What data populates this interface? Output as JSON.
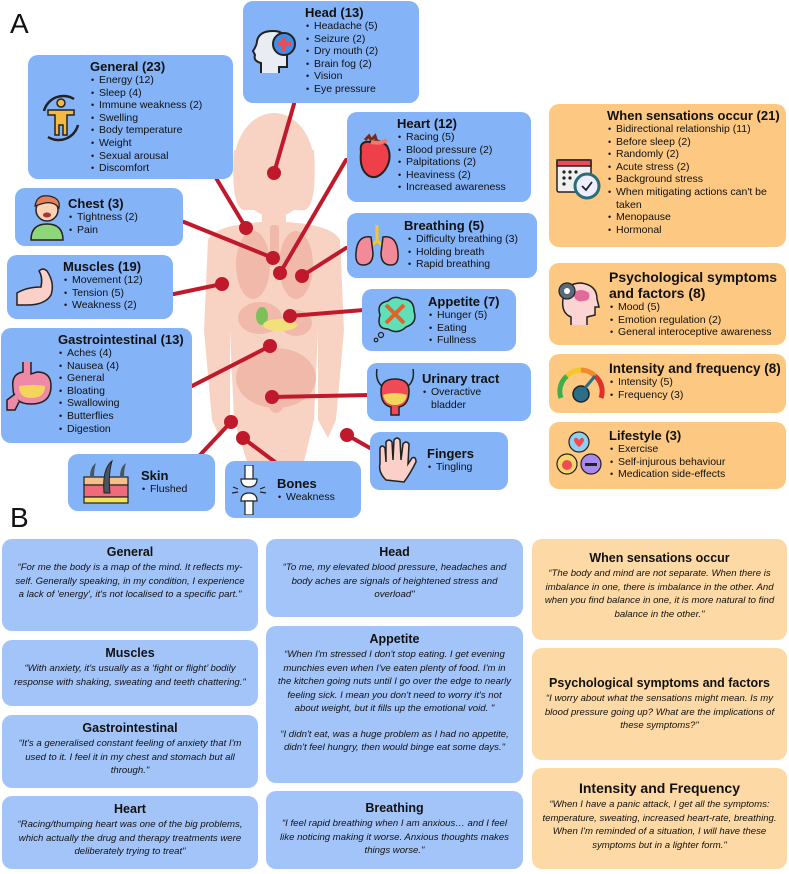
{
  "panel_a": {
    "label": "A",
    "body_categories": [
      {
        "key": "head",
        "title": "Head (13)",
        "items": [
          "Headache (5)",
          "Seizure (2)",
          "Dry mouth (2)",
          "Brain fog (2)",
          "Vision",
          "Eye pressure"
        ],
        "icon": "head-plus-icon"
      },
      {
        "key": "general",
        "title": "General (23)",
        "items": [
          "Energy (12)",
          "Sleep (4)",
          "Immune weakness (2)",
          "Swelling",
          "Body temperature",
          "Weight",
          "Sexual arousal",
          "Discomfort"
        ],
        "icon": "person-cycle-icon"
      },
      {
        "key": "heart",
        "title": "Heart (12)",
        "items": [
          "Racing (5)",
          "Blood pressure (2)",
          "Palpitations (2)",
          "Heaviness (2)",
          "Increased awareness"
        ],
        "icon": "heart-icon"
      },
      {
        "key": "chest",
        "title": "Chest (3)",
        "items": [
          "Tightness (2)",
          "Pain"
        ],
        "icon": "chest-pain-person-icon"
      },
      {
        "key": "breathing",
        "title": "Breathing (5)",
        "items": [
          "Difficulty breathing (3)",
          "Holding breath",
          "Rapid breathing"
        ],
        "icon": "lungs-icon"
      },
      {
        "key": "muscles",
        "title": "Muscles (19)",
        "items": [
          "Movement (12)",
          "Tension (5)",
          "Weakness (2)"
        ],
        "icon": "arm-muscle-icon"
      },
      {
        "key": "appetite",
        "title": "Appetite (7)",
        "items": [
          "Hunger (5)",
          "Eating",
          "Fullness"
        ],
        "icon": "food-thought-icon"
      },
      {
        "key": "gastro",
        "title": "Gastrointestinal (13)",
        "items": [
          "Aches (4)",
          "Nausea (4)",
          "General",
          "Bloating",
          "Swallowing",
          "Butterflies",
          "Digestion"
        ],
        "icon": "stomach-icon"
      },
      {
        "key": "urinary",
        "title": "Urinary tract",
        "items": [
          "Overactive bladder"
        ],
        "icon": "bladder-icon"
      },
      {
        "key": "fingers",
        "title": "Fingers",
        "items": [
          "Tingling"
        ],
        "icon": "hand-icon"
      },
      {
        "key": "skin",
        "title": "Skin",
        "items": [
          "Flushed"
        ],
        "icon": "skin-hair-icon"
      },
      {
        "key": "bones",
        "title": "Bones",
        "items": [
          "Weakness"
        ],
        "icon": "bone-joint-icon"
      }
    ],
    "other_categories": [
      {
        "key": "when",
        "title": "When sensations occur (21)",
        "items": [
          "Bidirectional relationship (11)",
          "Before sleep (2)",
          "Randomly (2)",
          "Acute stress (2)",
          "Background stress",
          "When mitigating actions can't be taken",
          "Menopause",
          "Hormonal"
        ],
        "icon": "calendar-clock-icon"
      },
      {
        "key": "psych",
        "title": "Psychological symptoms and factors (8)",
        "items": [
          "Mood (5)",
          "Emotion regulation (2)",
          "General interoceptive awareness"
        ],
        "icon": "head-gear-icon"
      },
      {
        "key": "intensity",
        "title": "Intensity and frequency (8)",
        "items": [
          "Intensity (5)",
          "Frequency (3)"
        ],
        "icon": "gauge-icon"
      },
      {
        "key": "lifestyle",
        "title": "Lifestyle (3)",
        "items": [
          "Exercise",
          "Self-injurous behaviour",
          "Medication side-effects"
        ],
        "icon": "lifestyle-icon"
      }
    ]
  },
  "panel_b": {
    "label": "B",
    "quotes_col1": [
      {
        "title": "General",
        "quotes": [
          "“For me the body is a map of the mind. It reflects my-self. Generally speaking, in my condition, I experience a lack of 'energy', it's not localised to a specific part.\""
        ]
      },
      {
        "title": "Muscles",
        "quotes": [
          "“With anxiety, it's usually as a ‘fight or flight’ bodily response with shaking, sweating and teeth chattering.\""
        ]
      },
      {
        "title": "Gastrointestinal",
        "quotes": [
          "“It's a generalised constant feeling of anxiety that I'm used to it. I feel it in my chest and stomach but all through.\""
        ]
      },
      {
        "title": "Heart",
        "quotes": [
          "“Racing/thumping heart was one of the big problems, which actually the drug and therapy treatments were deliberately trying to treat\""
        ]
      }
    ],
    "quotes_col2": [
      {
        "title": "Head",
        "quotes": [
          "“To me, my elevated blood pressure, headaches and body aches are signals of heightened stress and overload\""
        ]
      },
      {
        "title": "Appetite",
        "quotes": [
          "“When I'm stressed I don't stop eating. I get evening munchies even when I've eaten plenty of food. I'm in the kitchen going nuts until I go over the edge to nearly feeling sick. I mean you don't need to worry it's not about weight, but it fills up the emotional void. \"",
          "“I didn't eat, was a huge problem as I had no appetite, didn't feel hungry, then would binge eat some days.\""
        ]
      },
      {
        "title": "Breathing",
        "quotes": [
          "“I feel rapid breathing when I am anxious… and I feel like noticing making it worse. Anxious thoughts makes things worse.\""
        ]
      }
    ],
    "quotes_col3": [
      {
        "title": "When sensations occur",
        "quotes": [
          "“The body and mind are not separate. When there is imbalance in one, there is imbalance in the other. And when you find balance in one, it is more natural to find balance in the other.\""
        ]
      },
      {
        "title": "Psychological symptoms and factors",
        "quotes": [
          "“I worry about what the sensations might mean. Is my blood pressure going up? What are the implications of these symptoms?\""
        ]
      },
      {
        "title": "Intensity and Frequency",
        "quotes": [
          "“When I have a panic attack, I get all the symptoms: temperature, sweating, increased heart-rate, breathing. When I'm reminded of a situation, I will have these symptoms but in a lighter form.\""
        ]
      }
    ]
  },
  "colors": {
    "body_box": "#84b3f7",
    "other_box": "#fcc882",
    "quote_body": "#a3c4f9",
    "quote_other": "#fdd9a5",
    "connector": "#c0192c",
    "silhouette": "#f8d3c3"
  }
}
